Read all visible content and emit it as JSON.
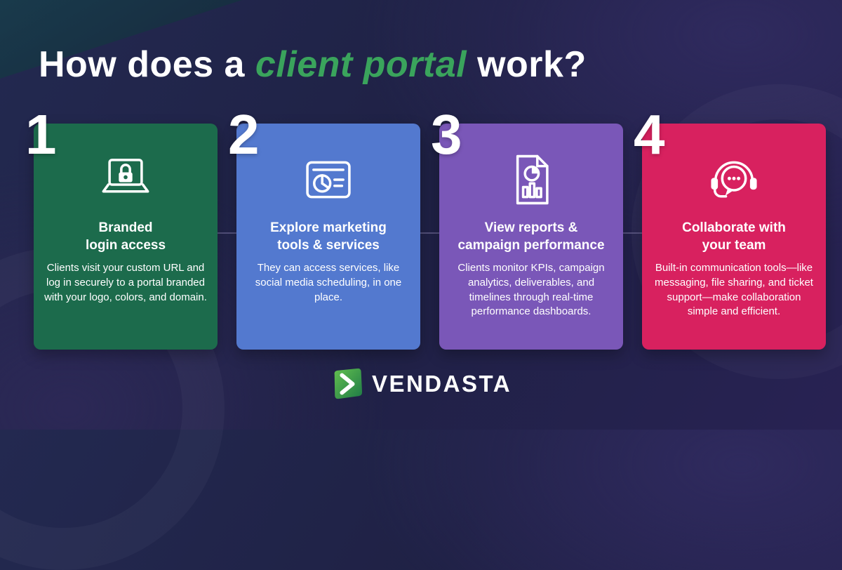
{
  "title": {
    "prefix": "How does a ",
    "highlight": "client portal",
    "suffix": " work?"
  },
  "colors": {
    "background": "#1f2145",
    "accent_green": "#3aa45c",
    "connector_line": "#7d78a6",
    "card1": "#1c6b4c",
    "card2": "#5379cf",
    "card3": "#7a57b8",
    "card4": "#d8215f"
  },
  "cards": [
    {
      "number": "1",
      "icon": "laptop-lock-icon",
      "color": "#1c6b4c",
      "title_line1": "Branded",
      "title_line2": "login access",
      "body": "Clients visit your custom URL and log in securely to a portal branded with your logo, colors, and domain."
    },
    {
      "number": "2",
      "icon": "marketing-card-icon",
      "color": "#5379cf",
      "title_line1": "Explore marketing",
      "title_line2": "tools & services",
      "body": "They can access services, like social media scheduling, in one place."
    },
    {
      "number": "3",
      "icon": "report-chart-icon",
      "color": "#7a57b8",
      "title_line1": "View reports &",
      "title_line2": "campaign performance",
      "body": "Clients monitor KPIs, campaign analytics, deliverables, and timelines through real-time performance dashboards."
    },
    {
      "number": "4",
      "icon": "headset-chat-icon",
      "color": "#d8215f",
      "title_line1": "Collaborate with",
      "title_line2": "your team",
      "body": "Built-in communication tools—like messaging, file sharing, and ticket support—make collaboration simple and efficient."
    }
  ],
  "footer": {
    "brand": "VENDASTA"
  }
}
